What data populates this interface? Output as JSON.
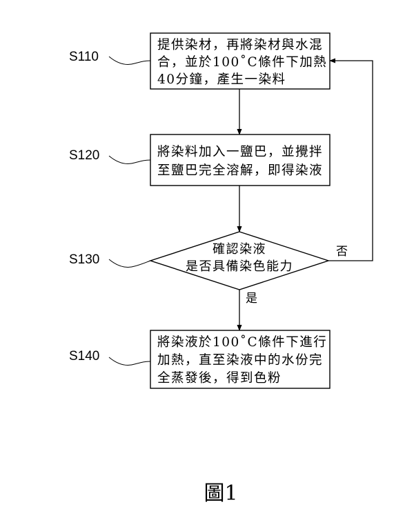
{
  "steps": [
    {
      "id": "S110",
      "lines": [
        "提供染材，再將染材與水混",
        "合，並於100˚C條件下加熱",
        "40分鐘，產生一染料"
      ]
    },
    {
      "id": "S120",
      "lines": [
        "將染料加入一鹽巴，並攪拌",
        "至鹽巴完全溶解，即得染液"
      ]
    },
    {
      "id": "S130",
      "lines": [
        "確認染液",
        "是否具備染色能力"
      ]
    },
    {
      "id": "S140",
      "lines": [
        "將染液於100˚C條件下進行",
        "加熱，直至染液中的水份完",
        "全蒸發後，得到色粉"
      ]
    }
  ],
  "branches": {
    "no": "否",
    "yes": "是"
  },
  "figure_label": "圖1"
}
